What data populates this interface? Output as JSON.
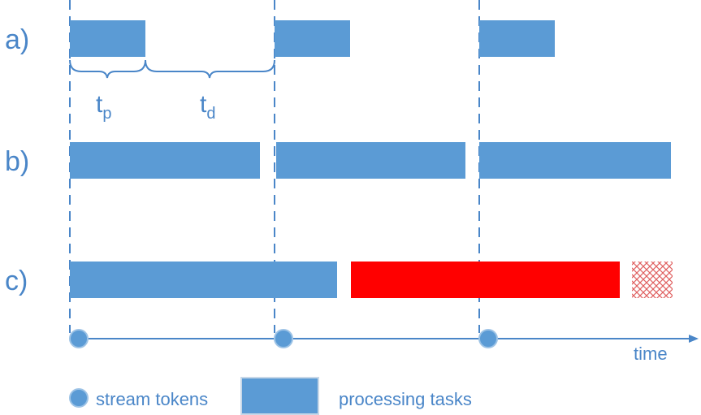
{
  "rows": [
    {
      "label": "a)"
    },
    {
      "label": "b)"
    },
    {
      "label": "c)"
    }
  ],
  "annotations": {
    "tp": {
      "main": "t",
      "sub": "p"
    },
    "td": {
      "main": "t",
      "sub": "d"
    }
  },
  "axis": {
    "label": "time"
  },
  "legend": {
    "tokens_label": "stream tokens",
    "tasks_label": "processing tasks"
  },
  "colors": {
    "task": "#5b9bd5",
    "line": "#4a86c8",
    "overrun": "#ff0000",
    "hatch": "#e06060",
    "token_fill": "#5b9bd5",
    "token_stroke": "#9dc3e6",
    "legend_task_stroke": "#c8d8e8"
  }
}
